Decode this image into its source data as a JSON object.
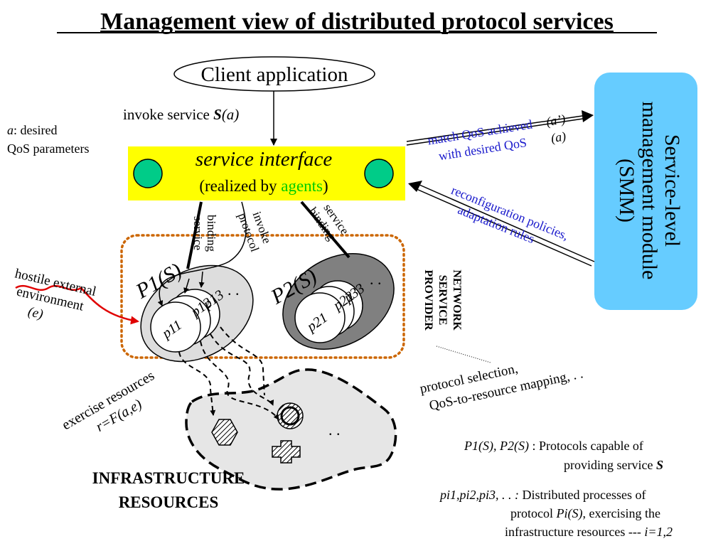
{
  "title": "Management view of distributed protocol services",
  "client": "Client application",
  "invoke": {
    "prefix": "invoke service ",
    "s": "S",
    "arg": "(a)"
  },
  "alpha_note": {
    "a": "a",
    "line1_rest": ": desired",
    "line2": "QoS parameters"
  },
  "service_interface": {
    "title": "service interface",
    "sub_pre": "(realized by ",
    "agents": "agents",
    "sub_post": ")"
  },
  "smm": {
    "line1": "Service-level",
    "line2": "management module",
    "line3": "(SMM)"
  },
  "match": {
    "line1": "match QoS achieved",
    "a_prime": "(a’)",
    "line2": "with desired QoS",
    "a": "(a)"
  },
  "reconfig": {
    "line1": "reconfiguration policies,",
    "line2": "adaptation rules"
  },
  "bindings": {
    "sb1a": "service",
    "sb1b": "binding",
    "ip1": "invoke",
    "ip2": "protocol",
    "sb2a": "service",
    "sb2b": "binding"
  },
  "p1": {
    "label": "P1(S)",
    "procs": [
      "p11",
      "p12",
      "p13"
    ]
  },
  "p2": {
    "label": "P2(S)",
    "procs": [
      "p21",
      "p22",
      "p33"
    ]
  },
  "dots": ". .",
  "nsp": {
    "line1": "NETWORK",
    "line2": "SERVICE",
    "line3": "PROVIDER"
  },
  "hostile": {
    "line1": "hostile external",
    "line2": "environment",
    "line3": "(e)"
  },
  "protocol_sel": {
    "line1": "protocol selection,",
    "line2": "QoS-to-resource mapping, . ."
  },
  "exercise": {
    "line1": "exercise resources",
    "line2": "r=F(a,e)"
  },
  "infra": {
    "line1": "INFRASTRUCTURE",
    "line2": "RESOURCES"
  },
  "legend1": {
    "italic": "P1(S), P2(S)",
    "rest": " : Protocols capable of",
    "line2": "providing service ",
    "s": "S"
  },
  "legend2": {
    "italic": "pi1,pi2,pi3, . . :",
    "rest": "   Distributed processes of",
    "line2_pre": "protocol  ",
    "line2_it": "Pi(S)",
    "line2_post": ", exercising the",
    "line3_pre": "infrastructure resources --- ",
    "line3_it": "i=1,2"
  },
  "colors": {
    "yellow": "#ffff00",
    "green": "#00cc88",
    "smm": "#66ccff",
    "blue_text": "#1a1acc",
    "orange": "#cc6600",
    "agents": "#00cc00",
    "red": "#e00000",
    "dark_gray": "#808080",
    "light_gray": "#dddddd"
  }
}
